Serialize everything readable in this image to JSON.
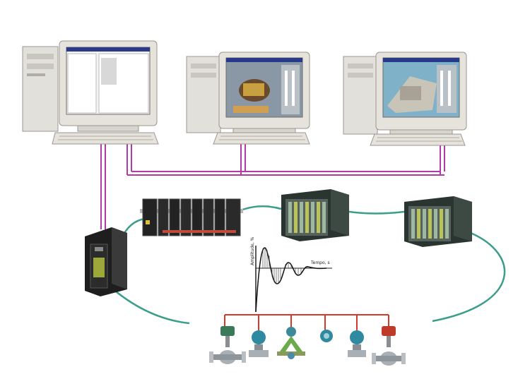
{
  "diagram": {
    "nodes": [
      {
        "id": "workstation-config",
        "kind": "workstation"
      },
      {
        "id": "workstation-hmi-process",
        "kind": "workstation"
      },
      {
        "id": "workstation-hmi-plant",
        "kind": "workstation"
      },
      {
        "id": "gateway-cabinet",
        "kind": "controller"
      },
      {
        "id": "io-module-rail",
        "kind": "io-modules"
      },
      {
        "id": "controller-rack-1",
        "kind": "controller-rack"
      },
      {
        "id": "controller-rack-2",
        "kind": "controller-rack"
      },
      {
        "id": "field-devices",
        "kind": "field-instruments"
      }
    ],
    "links": [
      {
        "from": "workstation-config",
        "to": "gateway-cabinet",
        "color": "#c040b0"
      },
      {
        "from": "workstation-config",
        "to": "workstation-hmi-plant",
        "color": "#c040b0"
      },
      {
        "from": "controller-rack-1",
        "to": "controller-rack-2",
        "color": "#3a9e8a"
      }
    ],
    "colors": {
      "ethernet": "#b23aa6",
      "fieldbus": "#3a9e8a",
      "device_bus": "#d23a2a"
    }
  },
  "inset_chart": {
    "ylabel": "Amplitude, %",
    "xlabel": "Tempo, s"
  }
}
